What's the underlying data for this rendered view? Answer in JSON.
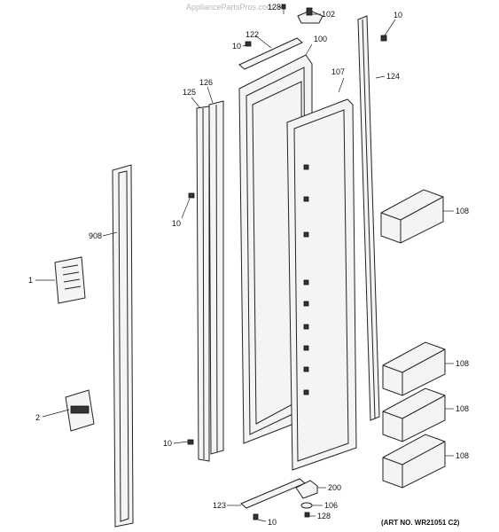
{
  "watermark": "AppliancePartsPros.com",
  "art_number": "(ART NO. WR21051 C2)",
  "callouts": [
    {
      "id": "c128a",
      "text": "128"
    },
    {
      "id": "c102",
      "text": "102"
    },
    {
      "id": "c10a",
      "text": "10"
    },
    {
      "id": "c122",
      "text": "122"
    },
    {
      "id": "c10b",
      "text": "10"
    },
    {
      "id": "c100",
      "text": "100"
    },
    {
      "id": "c107",
      "text": "107"
    },
    {
      "id": "c124",
      "text": "124"
    },
    {
      "id": "c125",
      "text": "125"
    },
    {
      "id": "c126",
      "text": "126"
    },
    {
      "id": "c10c",
      "text": "10"
    },
    {
      "id": "c108a",
      "text": "108"
    },
    {
      "id": "c908",
      "text": "908"
    },
    {
      "id": "c1",
      "text": "1"
    },
    {
      "id": "c108b",
      "text": "108"
    },
    {
      "id": "c108c",
      "text": "108"
    },
    {
      "id": "c2",
      "text": "2"
    },
    {
      "id": "c10d",
      "text": "10"
    },
    {
      "id": "c108d",
      "text": "108"
    },
    {
      "id": "c200",
      "text": "200"
    },
    {
      "id": "c123",
      "text": "123"
    },
    {
      "id": "c106",
      "text": "106"
    },
    {
      "id": "c128b",
      "text": "128"
    },
    {
      "id": "c10e",
      "text": "10"
    }
  ]
}
